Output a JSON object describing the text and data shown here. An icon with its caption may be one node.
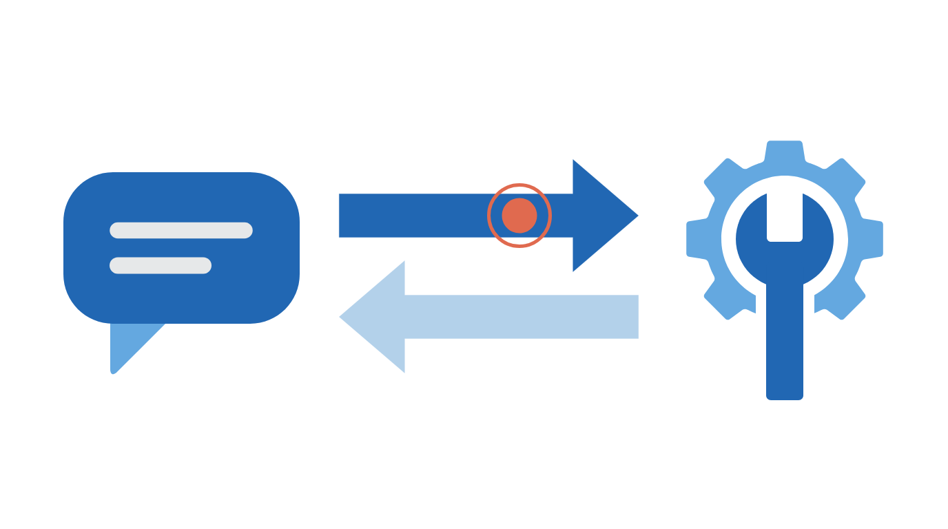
{
  "diagram": {
    "nodes": [
      {
        "text": [],
        "shape": "picture"
      },
      {
        "text": [],
        "shape": "picture"
      }
    ],
    "edges": [
      {
        "from": 0,
        "to": 1,
        "arrow": "to",
        "color": "#2167b3"
      },
      {
        "from": 1,
        "to": 0,
        "arrow": "to",
        "color": "#b3d1ea"
      }
    ]
  }
}
